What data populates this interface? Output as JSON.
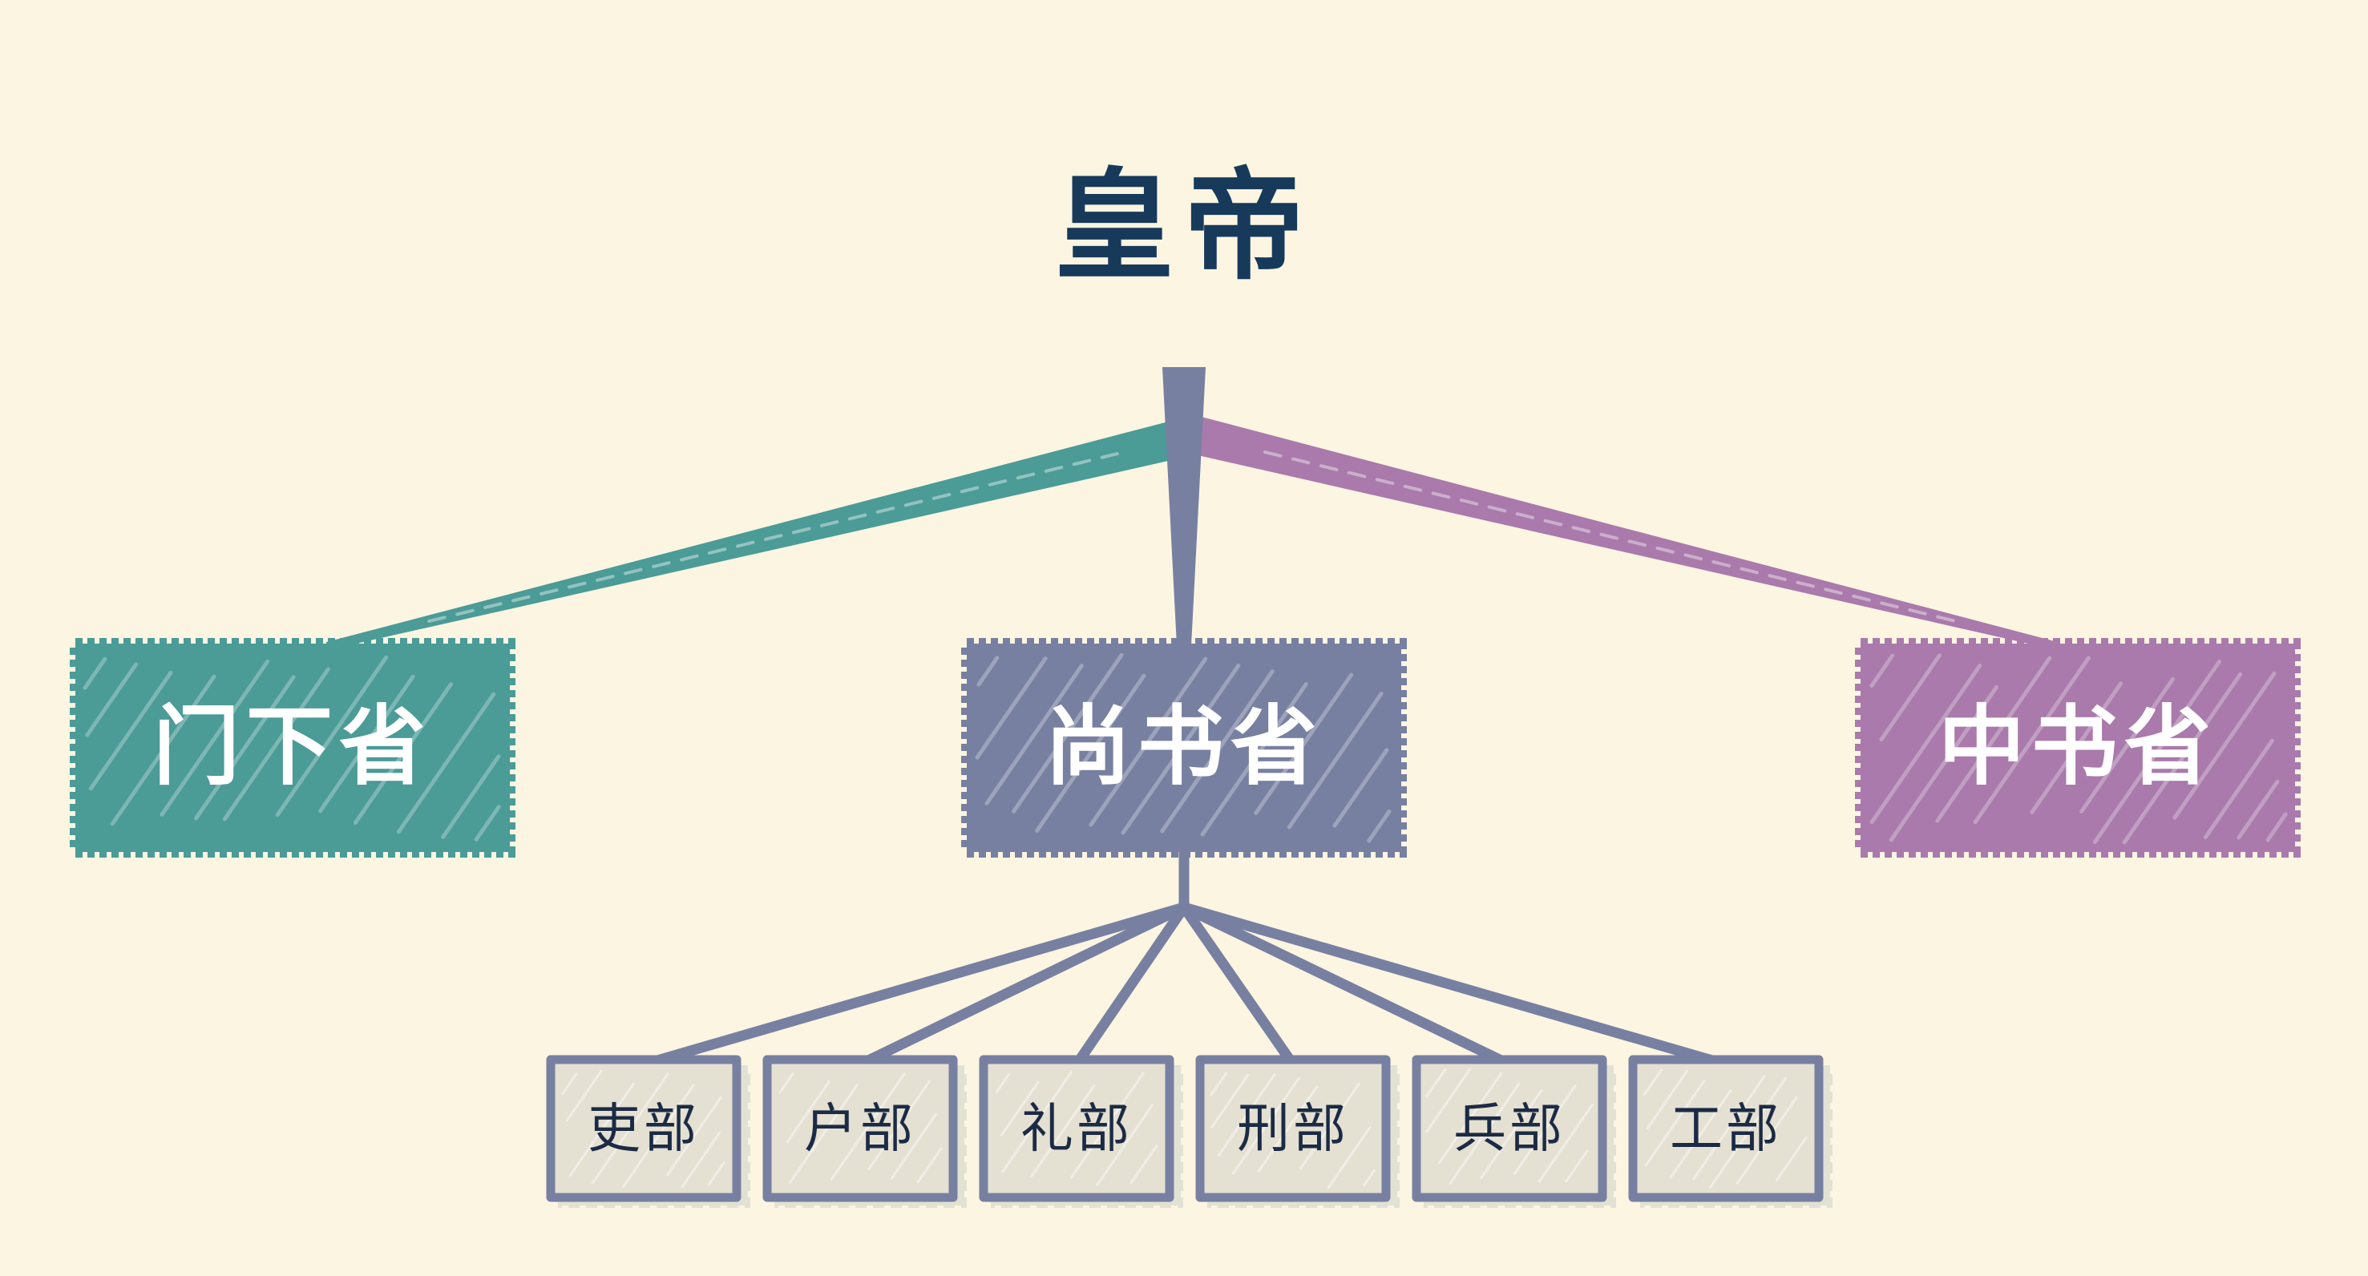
{
  "root": {
    "label": "皇帝"
  },
  "departments": [
    {
      "label": "门下省",
      "color": "#4b9b97"
    },
    {
      "label": "尚书省",
      "color": "#7880a1",
      "children": [
        "吏部",
        "户部",
        "礼部",
        "刑部",
        "兵部",
        "工部"
      ]
    },
    {
      "label": "中书省",
      "color": "#a97aab"
    }
  ],
  "colors": {
    "background": "#fbf5e1",
    "root_text": "#173a5b",
    "department_text": "#ffffff",
    "ministry_fill": "#e4e0d2",
    "ministry_border": "#7880a1",
    "ministry_shadow": "#e2e2d4",
    "ministry_text": "#1c2b44"
  }
}
